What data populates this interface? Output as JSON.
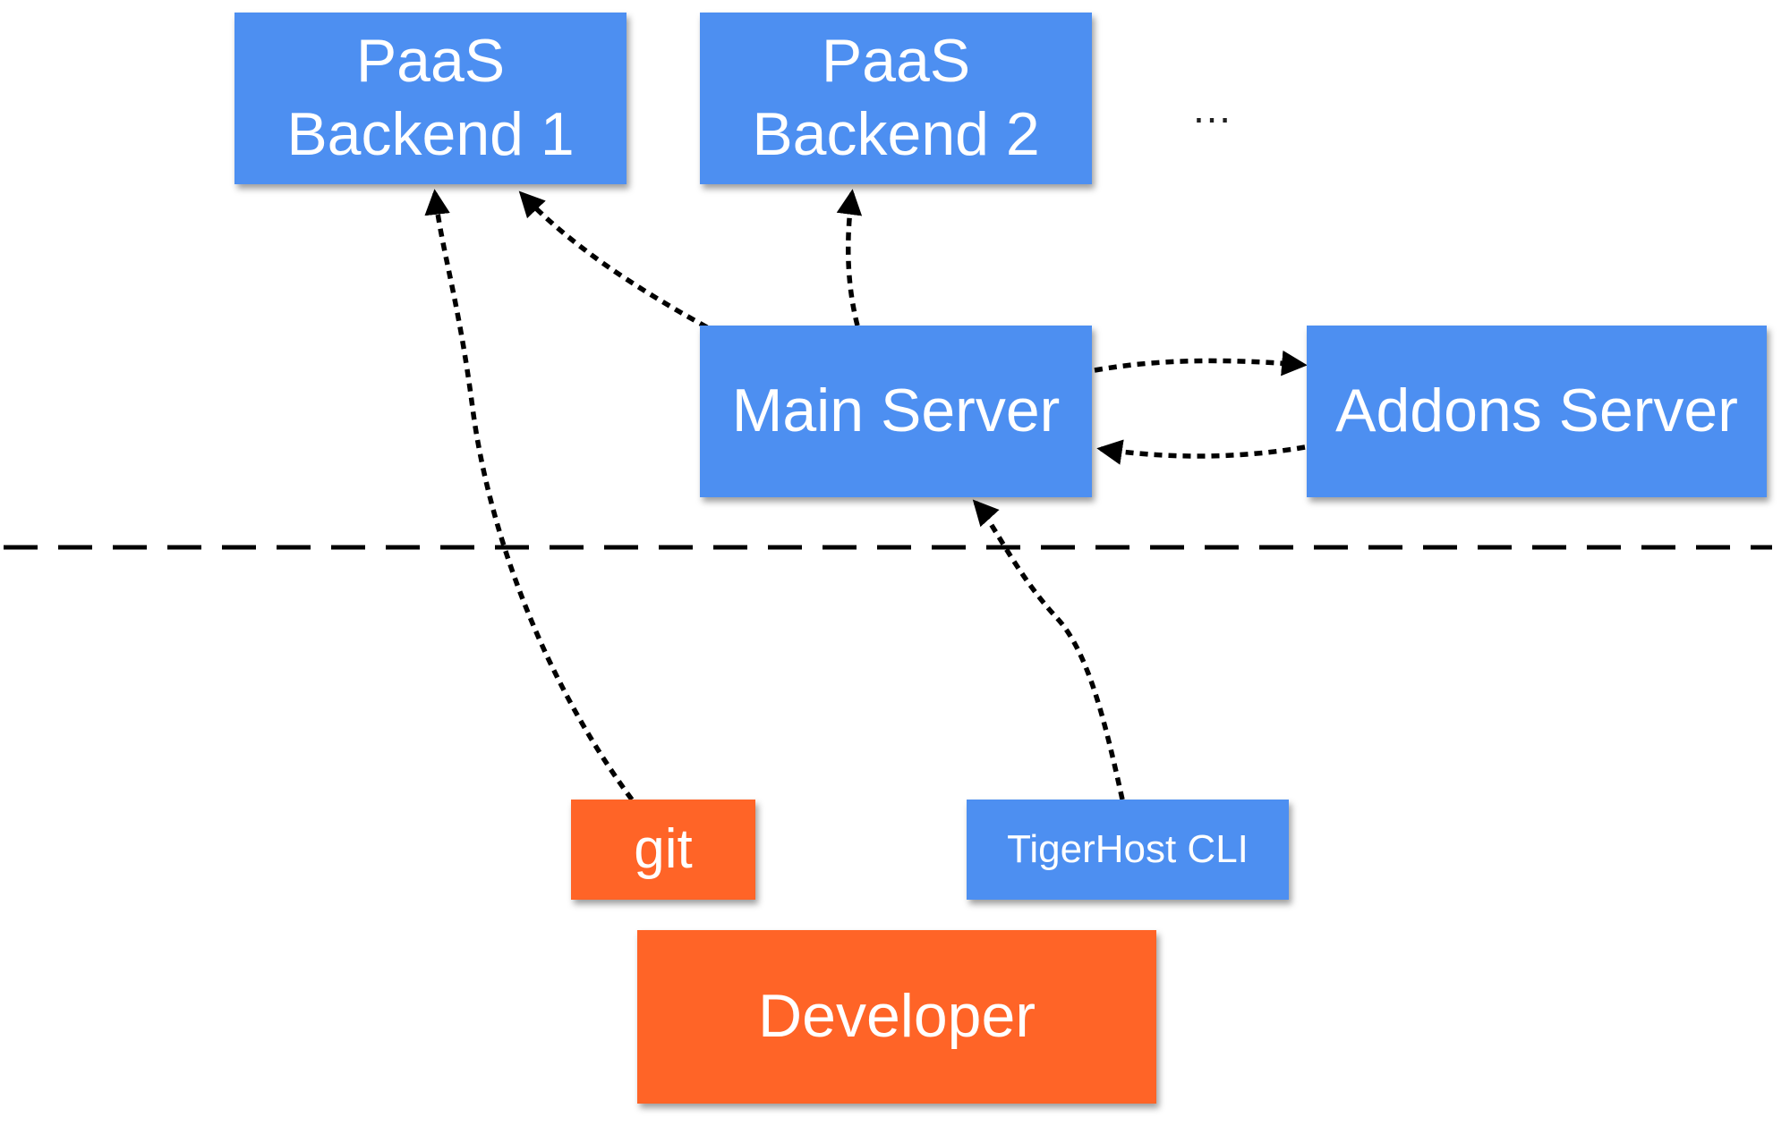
{
  "diagram": {
    "nodes": {
      "paas_backend_1": {
        "line1": "PaaS",
        "line2": "Backend 1",
        "color": "#4d8ff1"
      },
      "paas_backend_2": {
        "line1": "PaaS",
        "line2": "Backend 2",
        "color": "#4d8ff1"
      },
      "main_server": {
        "label": "Main Server",
        "color": "#4d8ff1"
      },
      "addons_server": {
        "label": "Addons Server",
        "color": "#4d8ff1"
      },
      "git": {
        "label": "git",
        "color": "#ff6427"
      },
      "tigerhost_cli": {
        "label": "TigerHost CLI",
        "color": "#4d8ff1"
      },
      "developer": {
        "label": "Developer",
        "color": "#ff6427"
      }
    },
    "ellipsis": "…",
    "connections": [
      {
        "from": "git",
        "to": "paas_backend_1",
        "style": "dotted-arrow"
      },
      {
        "from": "main_server",
        "to": "paas_backend_1",
        "style": "dotted-arrow"
      },
      {
        "from": "main_server",
        "to": "paas_backend_2",
        "style": "dotted-arrow"
      },
      {
        "from": "main_server",
        "to": "addons_server",
        "style": "dotted-arrow"
      },
      {
        "from": "addons_server",
        "to": "main_server",
        "style": "dotted-arrow"
      },
      {
        "from": "tigerhost_cli",
        "to": "main_server",
        "style": "dotted-arrow"
      }
    ],
    "separator": {
      "style": "dashed-line"
    }
  }
}
